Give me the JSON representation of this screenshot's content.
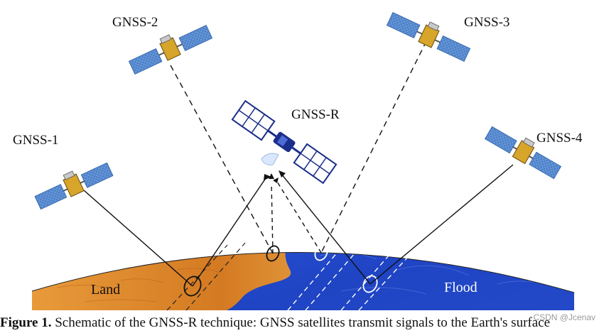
{
  "labels": {
    "gnss1": "GNSS-1",
    "gnss2": "GNSS-2",
    "gnss3": "GNSS-3",
    "gnss4": "GNSS-4",
    "gnssr": "GNSS-R",
    "land": "Land",
    "flood": "Flood"
  },
  "caption": {
    "prefix": "Figure 1.",
    "text": " Schematic of the GNSS-R technique: GNSS satellites transmit signals to the Earth's surface"
  },
  "watermark": "CSDN @Jcenav",
  "colors": {
    "land": "#d98a2e",
    "flood": "#1f44c4",
    "panel": "#4a7fc9",
    "body": "#d7a52a"
  }
}
